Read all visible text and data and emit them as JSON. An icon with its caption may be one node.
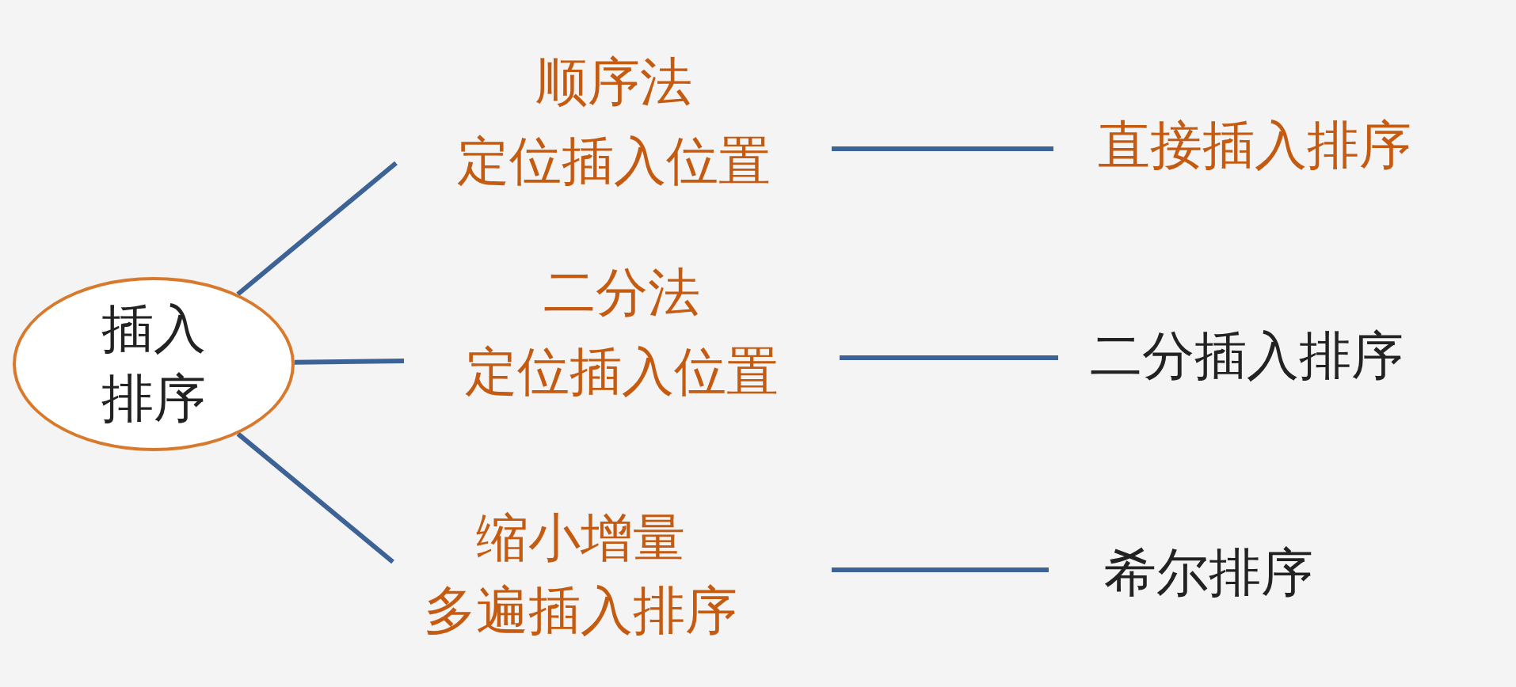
{
  "diagram": {
    "nodes": [
      {
        "text": [
          "插入排序"
        ]
      },
      {
        "text": [
          "顺序法",
          "定位插入位置"
        ]
      },
      {
        "text": [
          "二分法",
          "定位插入位置"
        ]
      },
      {
        "text": [
          "缩小增量",
          "多遍插入排序"
        ]
      },
      {
        "text": [
          "直接插入排序"
        ]
      },
      {
        "text": [
          "二分插入排序"
        ]
      },
      {
        "text": [
          "希尔排序"
        ]
      }
    ],
    "edges": [
      {
        "from": 0,
        "to": 1,
        "arrow": "none"
      },
      {
        "from": 0,
        "to": 2,
        "arrow": "none"
      },
      {
        "from": 0,
        "to": 3,
        "arrow": "none"
      },
      {
        "from": 1,
        "to": 4,
        "arrow": "none"
      },
      {
        "from": 2,
        "to": 5,
        "arrow": "none"
      },
      {
        "from": 3,
        "to": 6,
        "arrow": "none"
      }
    ]
  }
}
